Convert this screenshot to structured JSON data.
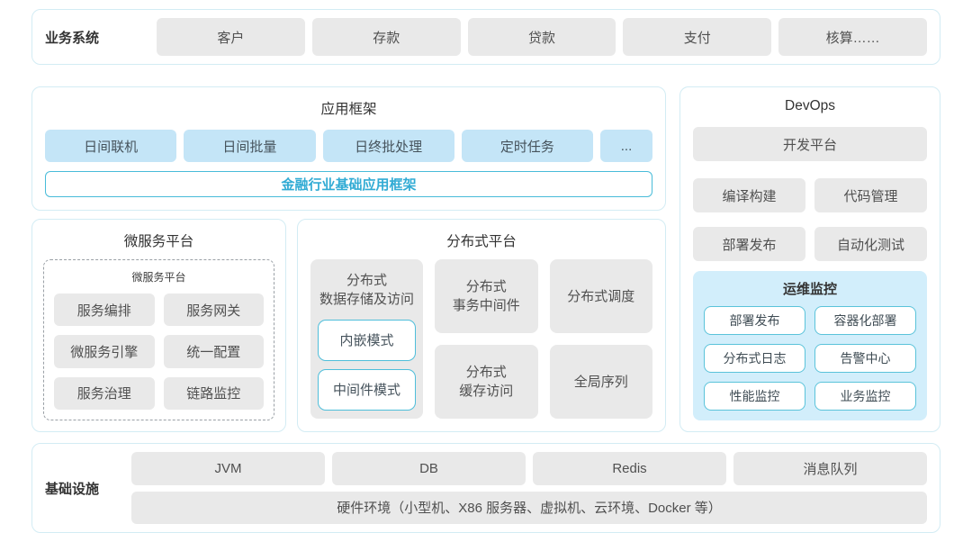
{
  "colors": {
    "accent_teal": "#31abd4",
    "teal_border": "#4fbeda",
    "light_blue_box": "#c4e5f7",
    "monitor_bg": "#d2eefb",
    "grey_box": "#e9e9e9",
    "section_border": "#d3ecf4"
  },
  "business": {
    "label": "业务系统",
    "items": [
      "客户",
      "存款",
      "贷款",
      "支付",
      "核算……"
    ]
  },
  "app_framework": {
    "title": "应用框架",
    "items": [
      "日间联机",
      "日间批量",
      "日终批处理",
      "定时任务",
      "..."
    ],
    "base": "金融行业基础应用框架"
  },
  "microservice": {
    "title": "微服务平台",
    "inner_title": "微服务平台",
    "items": [
      "服务编排",
      "服务网关",
      "微服务引擎",
      "统一配置",
      "服务治理",
      "链路监控"
    ]
  },
  "distributed": {
    "title": "分布式平台",
    "storage_line1": "分布式",
    "storage_line2": "数据存储及访问",
    "storage_modes": [
      "内嵌模式",
      "中间件模式"
    ],
    "tx_line1": "分布式",
    "tx_line2": "事务中间件",
    "scheduler": "分布式调度",
    "cache_line1": "分布式",
    "cache_line2": "缓存访问",
    "sequence": "全局序列"
  },
  "devops": {
    "title": "DevOps",
    "dev_platform": "开发平台",
    "items": [
      "编译构建",
      "代码管理",
      "部署发布",
      "自动化测试"
    ],
    "monitor": {
      "title": "运维监控",
      "items": [
        "部署发布",
        "容器化部署",
        "分布式日志",
        "告警中心",
        "性能监控",
        "业务监控"
      ]
    }
  },
  "infrastructure": {
    "label": "基础设施",
    "items": [
      "JVM",
      "DB",
      "Redis",
      "消息队列"
    ],
    "hardware": "硬件环境（小型机、X86 服务器、虚拟机、云环境、Docker 等）"
  }
}
